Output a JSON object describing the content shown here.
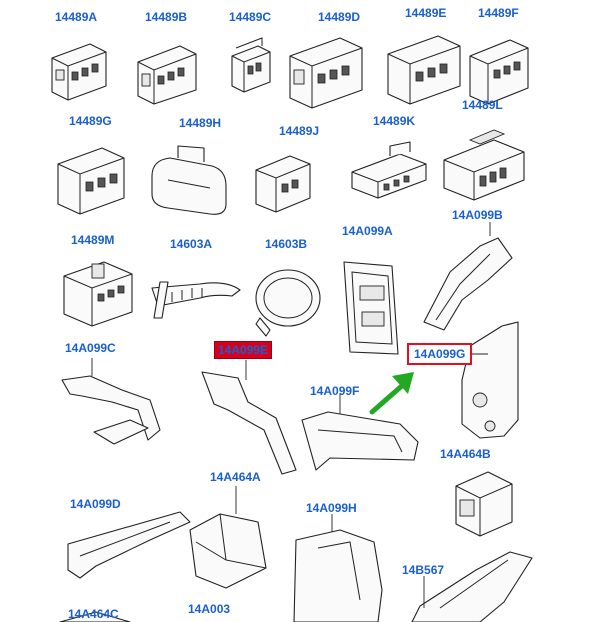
{
  "labels": {
    "l14489A": "14489A",
    "l14489B": "14489B",
    "l14489C": "14489C",
    "l14489D": "14489D",
    "l14489E": "14489E",
    "l14489F": "14489F",
    "l14489G": "14489G",
    "l14489H": "14489H",
    "l14489J": "14489J",
    "l14489K": "14489K",
    "l14489L": "14489L",
    "l14489M": "14489M",
    "l14603A": "14603A",
    "l14603B": "14603B",
    "l14A099A": "14A099A",
    "l14A099B": "14A099B",
    "l14A099C": "14A099C",
    "l14A099E": "14A099E",
    "l14A099G": "14A099G",
    "l14A099F": "14A099F",
    "l14A464B": "14A464B",
    "l14A464A": "14A464A",
    "l14A099D": "14A099D",
    "l14A099H": "14A099H",
    "l14B567": "14B567",
    "l14A464C": "14A464C",
    "l14A003": "14A003"
  },
  "colors": {
    "label_text": "#1a5fd0",
    "highlight_fill": "#d6001c",
    "callout_border": "#e01020",
    "arrow": "#22a822"
  }
}
